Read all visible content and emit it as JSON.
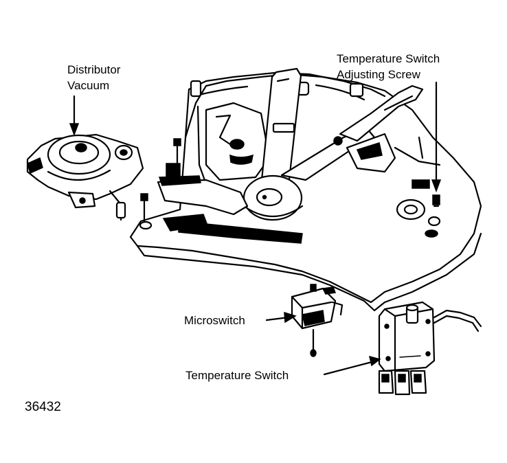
{
  "labels": {
    "distributor_vacuum_line1": "Distributor",
    "distributor_vacuum_line2": "Vacuum",
    "temp_switch_screw_line1": "Temperature Switch",
    "temp_switch_screw_line2": "Adjusting Screw",
    "microswitch": "Microswitch",
    "temperature_switch": "Temperature Switch",
    "figure_number": "36432"
  },
  "colors": {
    "ink": "#000000",
    "paper": "#ffffff"
  }
}
